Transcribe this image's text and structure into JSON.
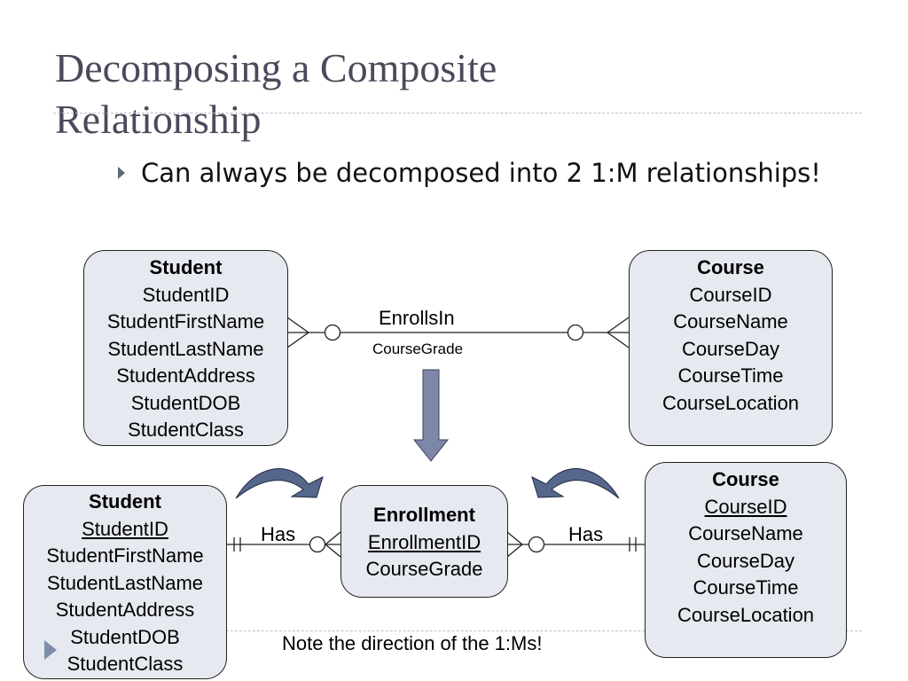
{
  "slide": {
    "title_line1": "Decomposing a Composite",
    "title_line2": "Relationship",
    "bullet": "Can always be decomposed into 2 1:M relationships!",
    "note": "Note the direction of the 1:Ms!"
  },
  "top": {
    "student": {
      "title": "Student",
      "attrs": [
        "StudentID",
        "StudentFirstName",
        "StudentLastName",
        "StudentAddress",
        "StudentDOB",
        "StudentClass"
      ]
    },
    "course": {
      "title": "Course",
      "attrs": [
        "CourseID",
        "CourseName",
        "CourseDay",
        "CourseTime",
        "CourseLocation"
      ]
    },
    "relationship": {
      "name": "EnrollsIn",
      "attribute": "CourseGrade"
    }
  },
  "bottom": {
    "student": {
      "title": "Student",
      "key": "StudentID",
      "attrs": [
        "StudentFirstName",
        "StudentLastName",
        "StudentAddress",
        "StudentDOB",
        "StudentClass"
      ]
    },
    "enrollment": {
      "title": "Enrollment",
      "key": "EnrollmentID",
      "attrs": [
        "CourseGrade"
      ]
    },
    "course": {
      "title": "Course",
      "key": "CourseID",
      "attrs": [
        "CourseName",
        "CourseDay",
        "CourseTime",
        "CourseLocation"
      ]
    },
    "left_rel": "Has",
    "right_rel": "Has"
  },
  "colors": {
    "title": "#4a4a5c",
    "entity_fill": "#e6e9f0",
    "arrow_fill": "#7d88a8",
    "curved_arrow_fill": "#56678c",
    "bullet": "#5d6878"
  }
}
